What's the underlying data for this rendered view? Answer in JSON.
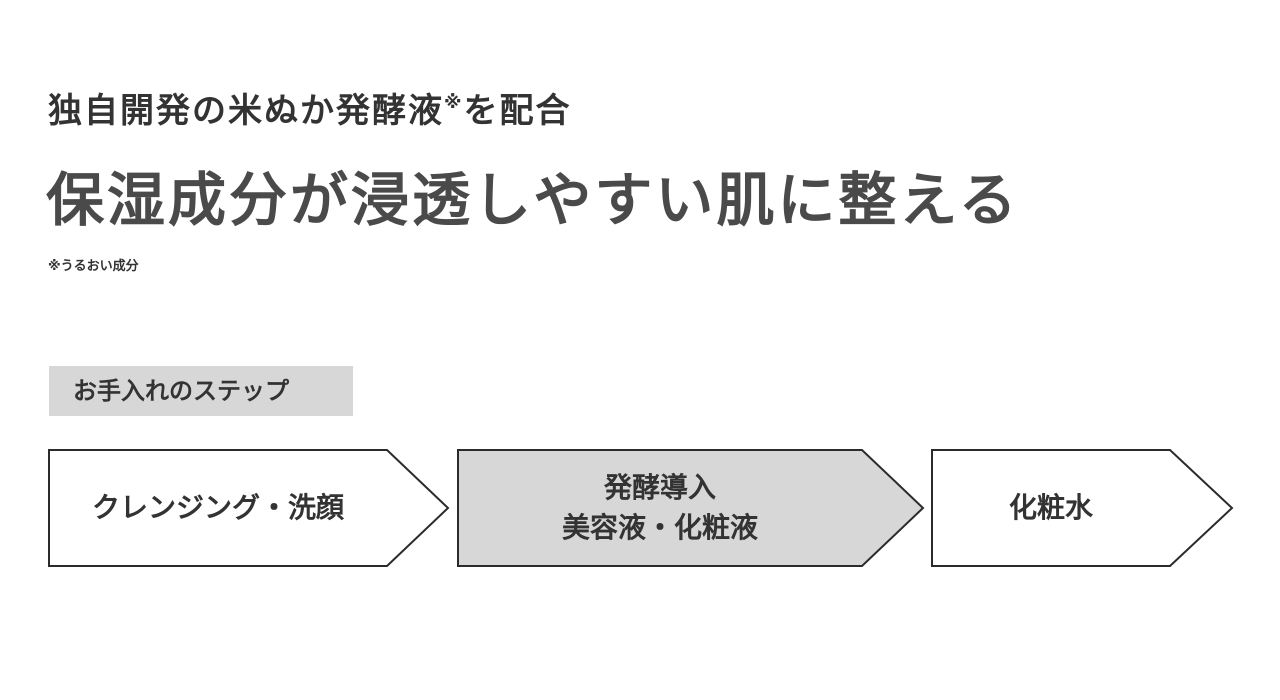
{
  "header": {
    "subtitle": "独自開発の米ぬか発酵液",
    "subtitle_mark": "※",
    "subtitle_tail": "を配合",
    "headline": "保湿成分が浸透しやすい肌に整える",
    "footnote": "※うるおい成分"
  },
  "steps_section": {
    "title": "お手入れのステップ",
    "steps": [
      {
        "lines": [
          "クレンジング・洗顔"
        ],
        "highlighted": false
      },
      {
        "lines": [
          "発酵導入",
          "美容液・化粧液"
        ],
        "highlighted": true
      },
      {
        "lines": [
          "化粧水"
        ],
        "highlighted": false
      }
    ]
  },
  "colors": {
    "text": "#333333",
    "headline": "#4a4a4a",
    "tag_background": "#d7d7d7",
    "highlight_fill": "#d7d7d7",
    "arrow_stroke": "#2b2b2b"
  }
}
